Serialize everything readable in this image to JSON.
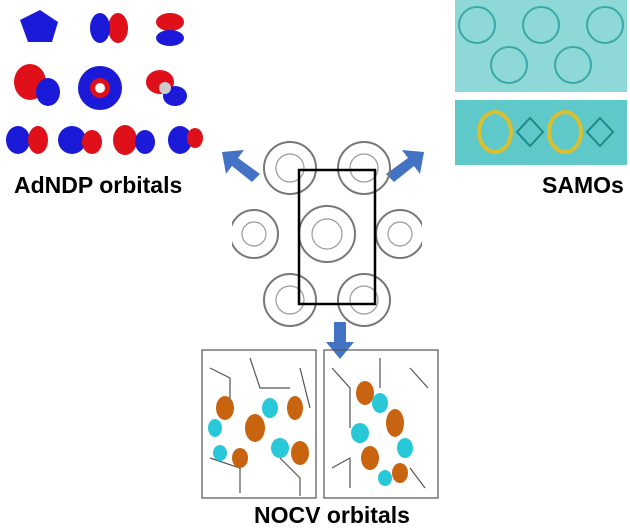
{
  "labels": {
    "adndp": "AdNDP orbitals",
    "samos": "SAMOs",
    "nocv": "NOCV orbitals"
  },
  "colors": {
    "arrow": "#4472c4",
    "orbital_positive": "#e0101a",
    "orbital_negative": "#1a1ad8",
    "samo_fill": "#5fc8c8",
    "nocv_orange": "#c8640f",
    "nocv_cyan": "#28c8d8",
    "frame": "#555555"
  }
}
